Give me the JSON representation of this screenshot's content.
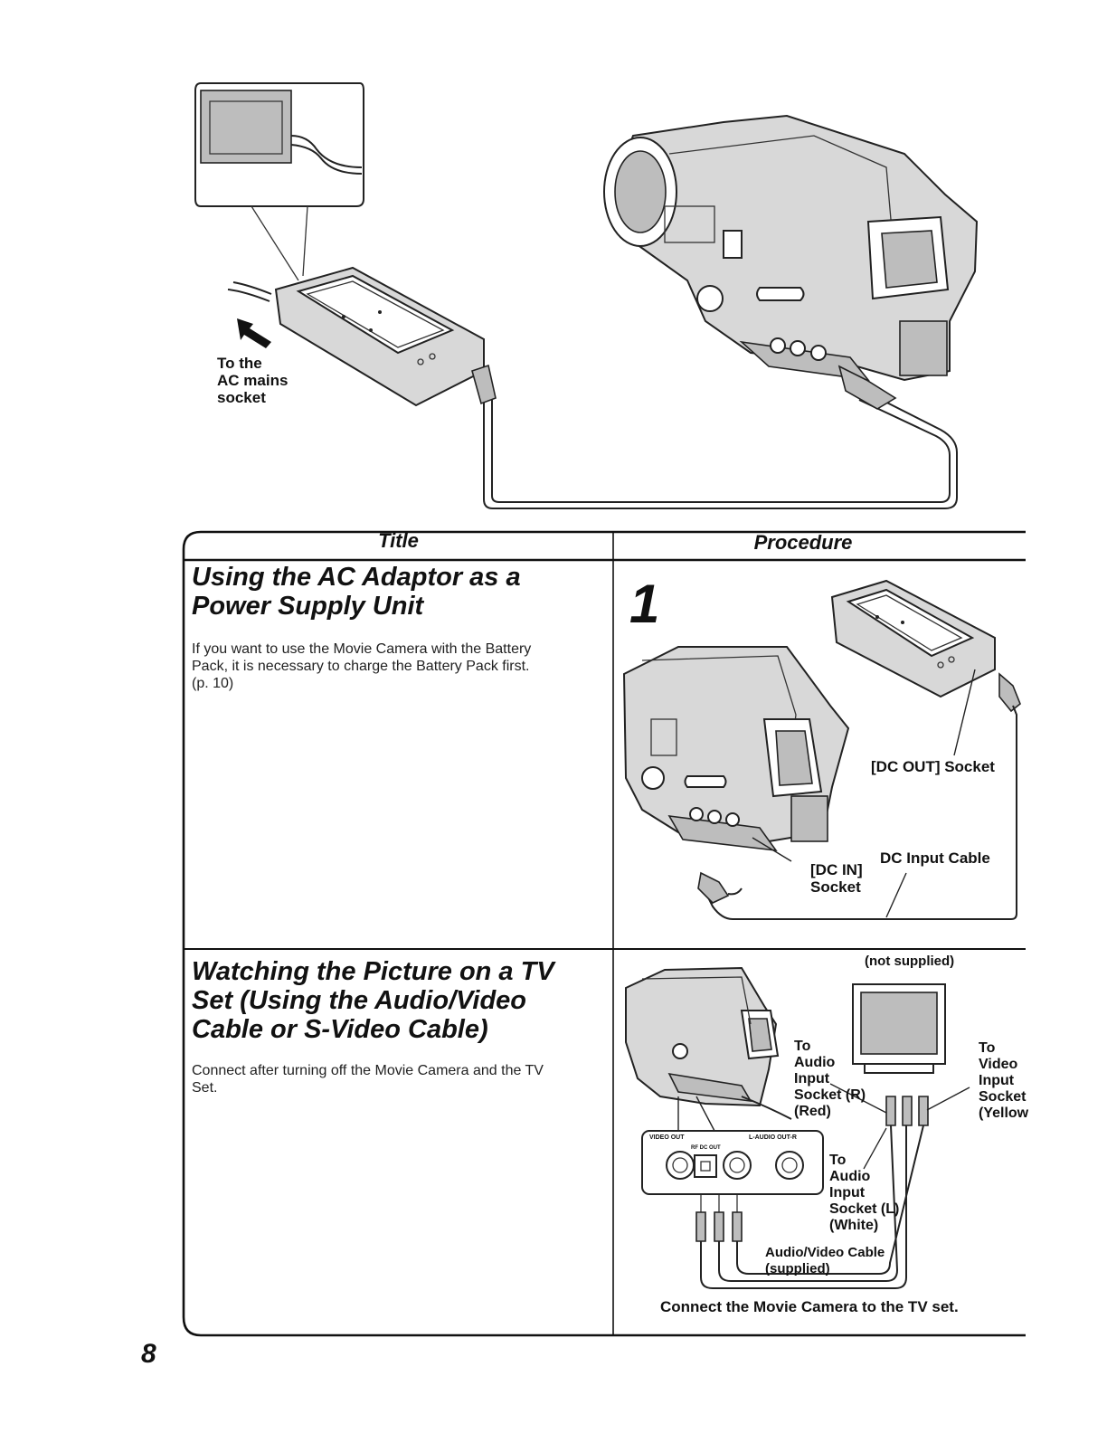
{
  "top_illustration": {
    "ac_mains_label": [
      "To the",
      "AC mains",
      "socket"
    ]
  },
  "table": {
    "header_title": "Title",
    "header_procedure": "Procedure",
    "rows": [
      {
        "title_lines": [
          "Using the AC Adaptor as a",
          "Power Supply Unit"
        ],
        "body_lines": [
          "If you want to use the Movie Camera with the Battery",
          "Pack, it is necessary to charge the Battery Pack first.",
          "(p. 10)"
        ],
        "step_number": "1",
        "labels": {
          "dc_out": "[DC OUT] Socket",
          "dc_in_a": "[DC IN]",
          "dc_in_b": "Socket",
          "dc_cable": "DC Input Cable"
        }
      },
      {
        "title_lines": [
          "Watching the Picture on a TV",
          "Set (Using the Audio/Video",
          "Cable or S-Video Cable)"
        ],
        "body_lines": [
          "Connect after turning off the Movie Camera and the TV",
          "Set."
        ],
        "labels": {
          "not_supplied": "(not supplied)",
          "audio_r": [
            "To",
            "Audio",
            "Input",
            "Socket (R)",
            "(Red)"
          ],
          "video_in": [
            "To",
            "Video",
            "Input",
            "Socket",
            "(Yellow"
          ],
          "audio_l": [
            "To",
            "Audio",
            "Input",
            "Socket (L)",
            "(White)"
          ],
          "av_cable": [
            "Audio/Video Cable",
            "(supplied)"
          ],
          "panel_video_out": "VIDEO OUT",
          "panel_rf_dc_out": "RF DC OUT",
          "panel_audio_out": "L-AUDIO OUT-R",
          "caption": "Connect the Movie Camera to the TV set."
        }
      }
    ]
  },
  "page_number": "8"
}
